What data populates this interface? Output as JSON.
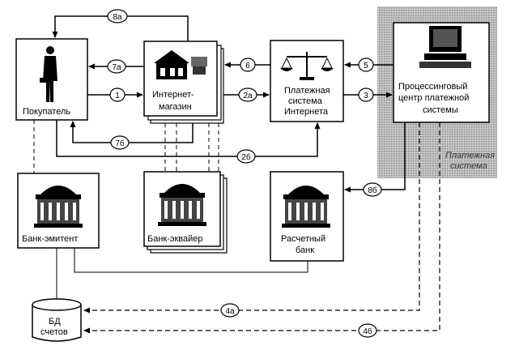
{
  "nodes": {
    "buyer": "Покупатель",
    "shop_l1": "Интернет-",
    "shop_l2": "магазин",
    "psys_l1": "Платежная",
    "psys_l2": "система",
    "psys_l3": "Интернета",
    "proc_l1": "Процессинговый",
    "proc_l2": "центр платежной",
    "proc_l3": "системы",
    "zone_l1": "Платежная",
    "zone_l2": "система",
    "bank_issuer": "Банк-эмитент",
    "bank_acquirer": "Банк-эквайер",
    "settle_l1": "Расчетный",
    "settle_l2": "банк",
    "db_l1": "БД",
    "db_l2": "счетов"
  },
  "steps": {
    "s1": "1",
    "s2a": "2а",
    "s2b": "2б",
    "s3": "3",
    "s4a": "4а",
    "s4b": "4б",
    "s5": "5",
    "s6": "6",
    "s7a": "7а",
    "s7b": "7б",
    "s8a": "8а",
    "s8b": "8б"
  },
  "colors": {
    "zone_fill": "#b4b4b4",
    "line": "#000000"
  }
}
